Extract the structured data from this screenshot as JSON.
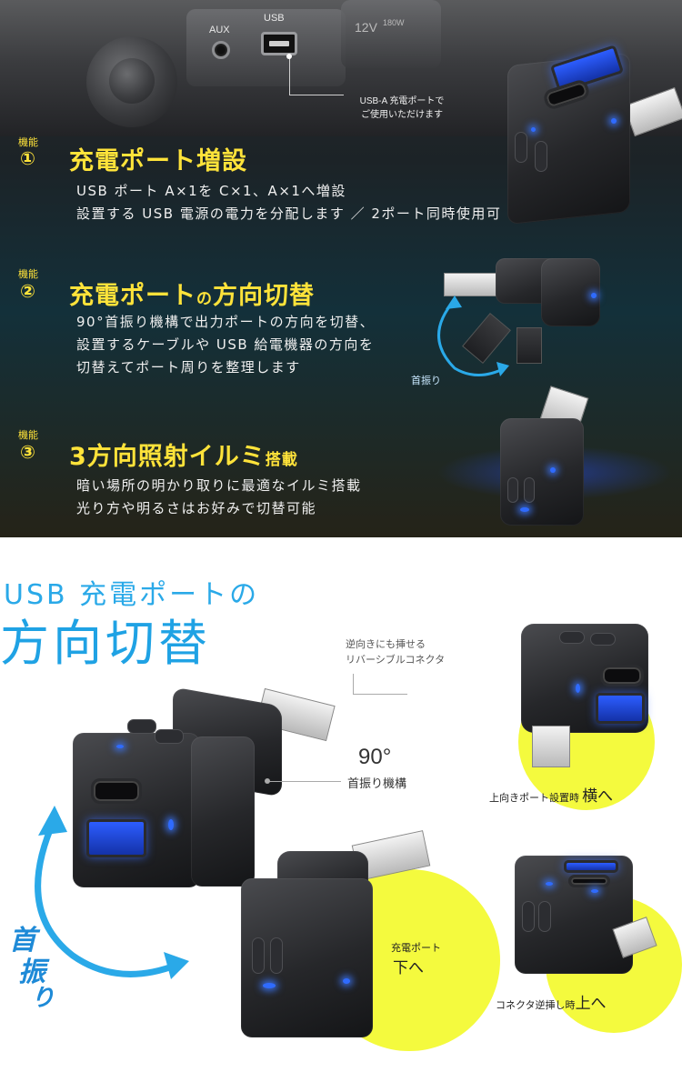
{
  "hero": {
    "dash_labels": {
      "aux": "AUX",
      "usb": "USB",
      "v12": "12V",
      "watt": "180W"
    },
    "callout": {
      "line1": "USB-A 充電ポートで",
      "line2": "ご使用いただけます"
    },
    "features": [
      {
        "tag": "機能",
        "num": "①",
        "title": "充電ポート増設",
        "title_small": "",
        "body": [
          "USB ポート A×1を C×1、A×1へ増設",
          "設置する USB 電源の電力を分配します ／ 2ポート同時使用可"
        ]
      },
      {
        "tag": "機能",
        "num": "②",
        "title_a": "充電ポート",
        "title_small": "の",
        "title_b": "方向切替",
        "body": [
          "90°首振り機構で出力ポートの方向を切替、",
          "設置するケーブルや USB 給電機器の方向を",
          "切替えてポート周りを整理します"
        ]
      },
      {
        "tag": "機能",
        "num": "③",
        "title": "3方向照射イルミ",
        "title_small": "搭載",
        "body": [
          "暗い場所の明かり取りに最適なイルミ搭載",
          "光り方や明るさはお好みで切替可能"
        ]
      }
    ],
    "swing_label": "首振り"
  },
  "lower": {
    "subtitle": "USB 充電ポートの",
    "title": "方向切替",
    "reversible_note": {
      "line1": "逆向きにも挿せる",
      "line2": "リバーシブルコネクタ"
    },
    "degree": {
      "value": "90°",
      "label": "首振り機構"
    },
    "swing_vertical": {
      "a": "首",
      "b": "振",
      "c": "り"
    },
    "caption_side": {
      "pre": "上向きポート設置時",
      "big": "横へ"
    },
    "caption_down": {
      "pre": "充電ポート",
      "big": "下へ"
    },
    "caption_up": {
      "pre": "コネクタ逆挿し時",
      "big": "上へ"
    }
  }
}
